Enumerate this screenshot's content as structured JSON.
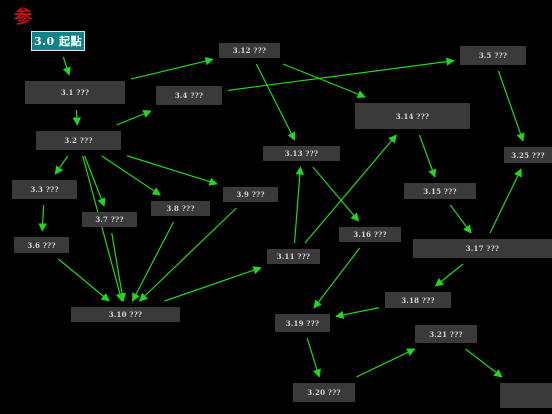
{
  "logo_char": "参",
  "colors": {
    "background": "#000000",
    "node_fill": "#3a3a3a",
    "node_text": "#d6d6d6",
    "start_fill": "#138287",
    "arrow": "#22d722",
    "logo": "#c0101a"
  },
  "nodes": [
    {
      "id": "n30",
      "label": "3.0 起點"
    },
    {
      "id": "n31",
      "label": "3.1 ???"
    },
    {
      "id": "n32",
      "label": "3.2 ???"
    },
    {
      "id": "n33",
      "label": "3.3 ???"
    },
    {
      "id": "n34",
      "label": "3.4 ???"
    },
    {
      "id": "n35",
      "label": "3.5 ???"
    },
    {
      "id": "n36",
      "label": "3.6 ???"
    },
    {
      "id": "n37",
      "label": "3.7 ???"
    },
    {
      "id": "n38",
      "label": "3.8 ???"
    },
    {
      "id": "n39",
      "label": "3.9 ???"
    },
    {
      "id": "n310",
      "label": "3.10 ???"
    },
    {
      "id": "n311",
      "label": "3.11 ???"
    },
    {
      "id": "n312",
      "label": "3.12 ???"
    },
    {
      "id": "n313",
      "label": "3.13 ???"
    },
    {
      "id": "n314",
      "label": "3.14 ???"
    },
    {
      "id": "n315",
      "label": "3.15 ???"
    },
    {
      "id": "n316",
      "label": "3.16 ???"
    },
    {
      "id": "n317",
      "label": "3.17 ???"
    },
    {
      "id": "n318",
      "label": "3.18 ???"
    },
    {
      "id": "n319",
      "label": "3.19 ???"
    },
    {
      "id": "n320",
      "label": "3.20 ???"
    },
    {
      "id": "n321",
      "label": "3.21 ???"
    },
    {
      "id": "n325",
      "label": "3.25 ???"
    },
    {
      "id": "n3x",
      "label": ""
    }
  ],
  "edges": [
    [
      "n30",
      "n31"
    ],
    [
      "n31",
      "n32"
    ],
    [
      "n31",
      "n312"
    ],
    [
      "n32",
      "n33"
    ],
    [
      "n32",
      "n34"
    ],
    [
      "n32",
      "n37"
    ],
    [
      "n32",
      "n38"
    ],
    [
      "n32",
      "n39"
    ],
    [
      "n33",
      "n36"
    ],
    [
      "n36",
      "n310"
    ],
    [
      "n37",
      "n310"
    ],
    [
      "n38",
      "n310"
    ],
    [
      "n39",
      "n310"
    ],
    [
      "n32",
      "n310"
    ],
    [
      "n34",
      "n35"
    ],
    [
      "n312",
      "n313"
    ],
    [
      "n312",
      "n314"
    ],
    [
      "n310",
      "n311"
    ],
    [
      "n311",
      "n313"
    ],
    [
      "n311",
      "n314"
    ],
    [
      "n313",
      "n316"
    ],
    [
      "n314",
      "n315"
    ],
    [
      "n315",
      "n317"
    ],
    [
      "n35",
      "n325"
    ],
    [
      "n317",
      "n325"
    ],
    [
      "n316",
      "n319"
    ],
    [
      "n317",
      "n318"
    ],
    [
      "n318",
      "n319"
    ],
    [
      "n319",
      "n320"
    ],
    [
      "n320",
      "n321"
    ],
    [
      "n321",
      "n3x"
    ]
  ]
}
